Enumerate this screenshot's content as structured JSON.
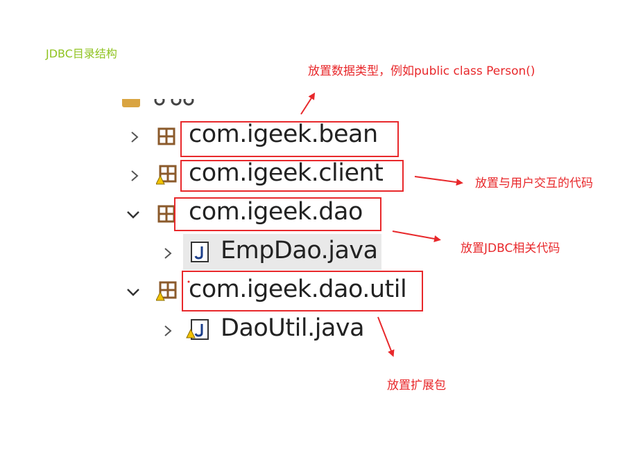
{
  "title": "JDBC目录结构",
  "tree": {
    "items": [
      {
        "label": "com.igeek.bean",
        "kind": "package",
        "expanded": false,
        "warning": false
      },
      {
        "label": "com.igeek.client",
        "kind": "package",
        "expanded": false,
        "warning": true
      },
      {
        "label": "com.igeek.dao",
        "kind": "package",
        "expanded": true,
        "warning": false
      },
      {
        "label": "EmpDao.java",
        "kind": "java-file",
        "expanded": false,
        "warning": false,
        "selected": true
      },
      {
        "label": "com.igeek.dao.util",
        "kind": "package",
        "expanded": true,
        "warning": true
      },
      {
        "label": "DaoUtil.java",
        "kind": "java-file",
        "expanded": false,
        "warning": true
      }
    ]
  },
  "annotations": {
    "bean": "放置数据类型，例如public class Person()",
    "client": "放置与用户交互的代码",
    "dao": "放置JDBC相关代码",
    "util": "放置扩展包"
  },
  "colors": {
    "title": "#8fc31f",
    "annotation": "#e8282b",
    "package_icon": "#8b5a2b"
  }
}
